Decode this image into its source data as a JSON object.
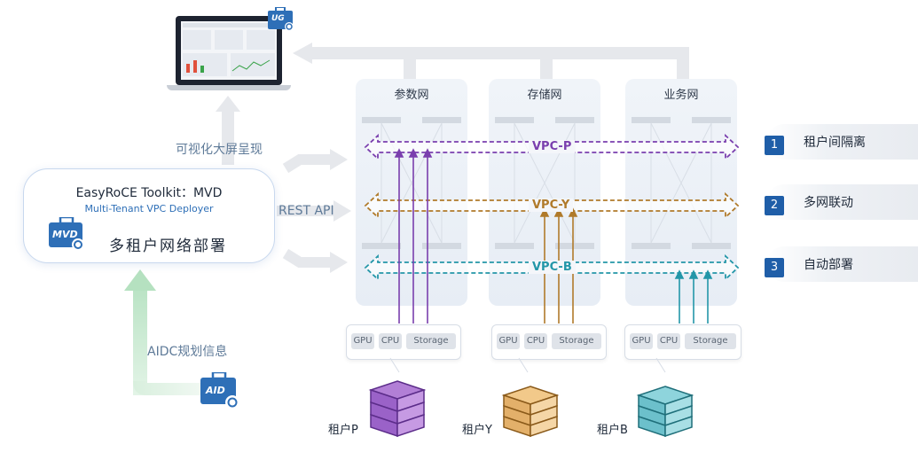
{
  "laptop_badge": "UG",
  "visualize_label": "可视化大屏呈现",
  "rest_api_label": "REST API",
  "aidc_label": "AIDC规划信息",
  "mvd": {
    "title": "EasyRoCE Toolkit：MVD",
    "subtitle": "Multi-Tenant VPC Deployer",
    "badge": "MVD",
    "name": "多租户网络部署"
  },
  "aid_badge": "AID",
  "networks": [
    "参数网",
    "存储网",
    "业务网"
  ],
  "vpcs": [
    {
      "label": "VPC-P",
      "color": "#7a3fae"
    },
    {
      "label": "VPC-Y",
      "color": "#b07a2a"
    },
    {
      "label": "VPC-B",
      "color": "#2396a8"
    }
  ],
  "resources": [
    "GPU",
    "CPU",
    "Storage"
  ],
  "tenants": [
    {
      "label": "租户P",
      "color": "#7a3fae"
    },
    {
      "label": "租户Y",
      "color": "#b07a2a"
    },
    {
      "label": "租户B",
      "color": "#2f98a3"
    }
  ],
  "features": [
    {
      "num": "1",
      "label": "租户间隔离"
    },
    {
      "num": "2",
      "label": "多网联动"
    },
    {
      "num": "3",
      "label": "自动部署"
    }
  ]
}
